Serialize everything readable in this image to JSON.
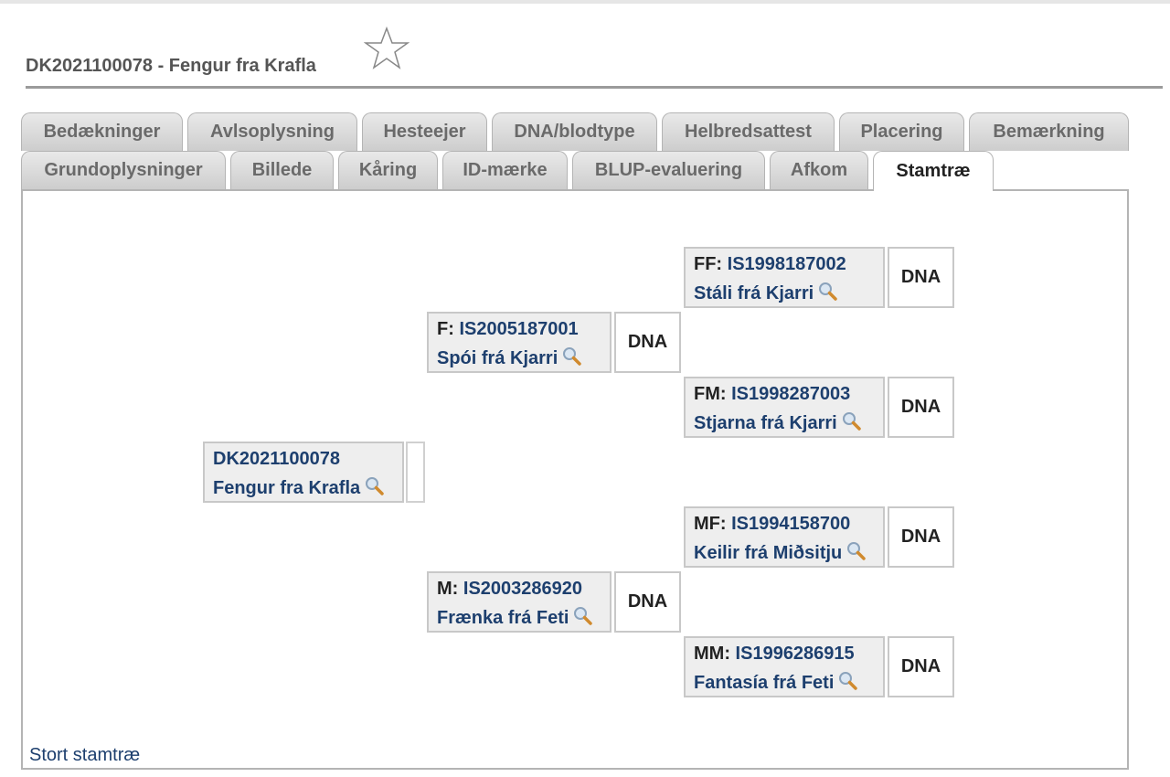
{
  "page": {
    "title": "DK2021100078 - Fengur fra Krafla"
  },
  "tabs": {
    "row1": [
      "Bedækninger",
      "Avlsoplysning",
      "Hesteejer",
      "DNA/blodtype",
      "Helbredsattest",
      "Placering",
      "Bemærkning"
    ],
    "row2": [
      "Grundoplysninger",
      "Billede",
      "Kåring",
      "ID-mærke",
      "BLUP-evaluering",
      "Afkom",
      "Stamtræ"
    ],
    "active": "Stamtræ"
  },
  "pedigree": {
    "subject": {
      "id": "DK2021100078",
      "name": "Fengur fra Krafla"
    },
    "F": {
      "role": "F:",
      "id": "IS2005187001",
      "name": "Spói frá Kjarri",
      "dna": "DNA"
    },
    "FF": {
      "role": "FF:",
      "id": "IS1998187002",
      "name": "Stáli frá Kjarri",
      "dna": "DNA"
    },
    "FM": {
      "role": "FM:",
      "id": "IS1998287003",
      "name": "Stjarna frá Kjarri",
      "dna": "DNA"
    },
    "M": {
      "role": "M:",
      "id": "IS2003286920",
      "name": "Frænka frá Feti",
      "dna": "DNA"
    },
    "MF": {
      "role": "MF:",
      "id": "IS1994158700",
      "name": "Keilir frá Miðsitju",
      "dna": "DNA"
    },
    "MM": {
      "role": "MM:",
      "id": "IS1996286915",
      "name": "Fantasía frá Feti",
      "dna": "DNA"
    }
  },
  "footer": {
    "link": "Stort stamtræ"
  },
  "icons": {
    "favorite": "star-outline-icon",
    "search": "magnifier-icon"
  },
  "colors": {
    "link": "#1d3f6e",
    "box_bg": "#eeeeee",
    "tab_bg": "#d9d9d9"
  }
}
